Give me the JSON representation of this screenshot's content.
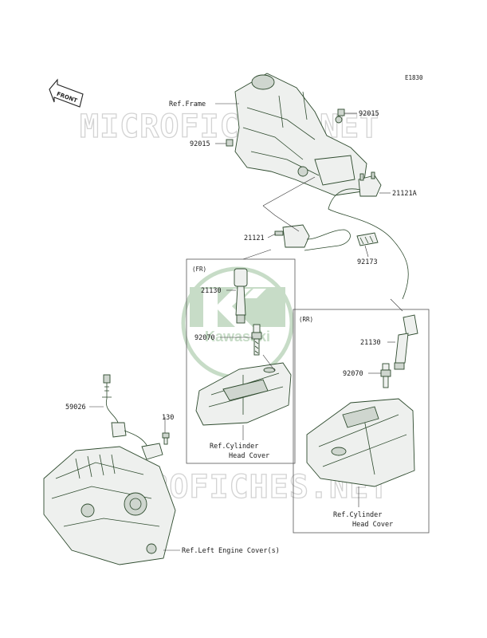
{
  "diagram_code": "E1830",
  "front_badge": "FRONT",
  "watermark": "MICROFICHES.NET",
  "logo": {
    "brand": "Kawasaki"
  },
  "groups": {
    "front": "(FR)",
    "rear": "(RR)"
  },
  "labels": {
    "ref_frame": "Ref.Frame",
    "p92015_a": "92015",
    "p92015_b": "92015",
    "p21121a": "21121A",
    "p21121": "21121",
    "p92173": "92173",
    "p21130_fr": "21130",
    "p92070_fr": "92070",
    "ref_cyl_fr_1": "Ref.Cylinder",
    "ref_cyl_fr_2": "Head Cover",
    "p21130_rr": "21130",
    "p92070_rr": "92070",
    "ref_cyl_rr_1": "Ref.Cylinder",
    "ref_cyl_rr_2": "Head Cover",
    "p59026": "59026",
    "p130": "130",
    "ref_left_cover": "Ref.Left Engine Cover(s)"
  },
  "colors": {
    "line": "#2d4a2d",
    "logo": "#c7dcc7",
    "watermark": "#d3d3d3"
  }
}
